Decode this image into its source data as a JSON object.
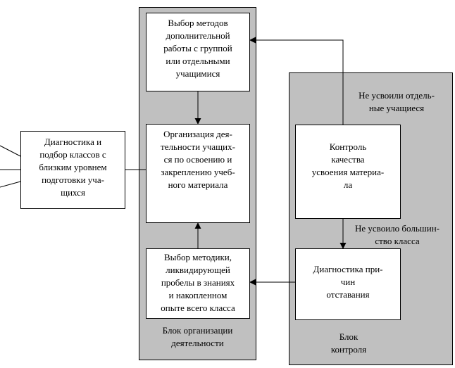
{
  "diagnostics_box": {
    "text": "Диагностика и\nподбор классов с\nблизким уровнем\nподготовки уча-\nщихся"
  },
  "activity_block": {
    "caption": "Блок организации\nдеятельности",
    "methods_box": "Выбор методов\nдополнительной\nработы с группой\nили отдельными\nучащимися",
    "organization_box": "Организация дея-\nтельности учащих-\nся по освоению и\nзакреплению учеб-\nного материала",
    "remedial_box": "Выбор методики,\nликвидирующей\nпробелы в знаниях\nи накопленном\nопыте всего класса"
  },
  "control_block": {
    "caption": "Блок\nконтроля",
    "quality_box": "Контроль\nкачества\nусвоения материа-\nла",
    "causes_box": "Диагностика при-\nчин\nотставания",
    "edge_some_label": "Не усвоили отдель-\nные учащиеся",
    "edge_majority_label": "Не усвоило большин-\nство класса"
  }
}
